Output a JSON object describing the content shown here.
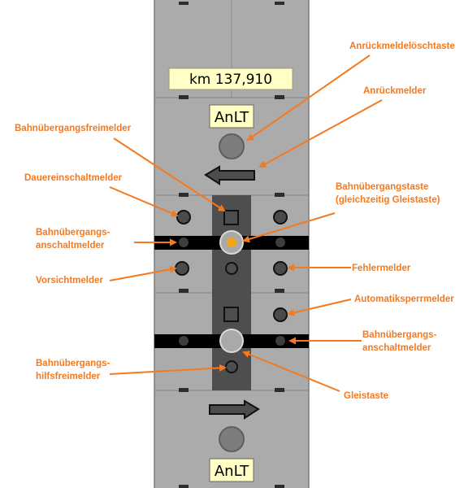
{
  "panel": {
    "km_label": "km 137,910",
    "anlt_top": "AnLT",
    "anlt_bottom": "AnLT"
  },
  "colors": {
    "panel": "#ababab",
    "panel_line": "#8c8c8c",
    "dark_strip": "#4e4e4e",
    "track": "#000000",
    "label_box": "#ffffc6",
    "callout": "#f47920",
    "lamp": "#f2a51c"
  },
  "callouts": {
    "anrueckmeldeloeschtaste": "Anrückmeldelöschtaste",
    "anrueckmelder": "Anrückmelder",
    "bahnuebergangsfreimelder": "Bahnübergangsfreimelder",
    "dauereinschaltmelder": "Dauereinschaltmelder",
    "bahnuebergangstaste_l1": "Bahnübergangstaste",
    "bahnuebergangstaste_l2": "(gleichzeitig Gleistaste)",
    "anschaltmelder_left_l1": "Bahnübergangs-",
    "anschaltmelder_left_l2": "anschaltmelder",
    "vorsichtmelder": "Vorsichtmelder",
    "fehlermelder": "Fehlermelder",
    "automatiksperrmelder": "Automatiksperrmelder",
    "anschaltmelder_right_l1": "Bahnübergangs-",
    "anschaltmelder_right_l2": "anschaltmelder",
    "hilfsfreimelder_l1": "Bahnübergangs-",
    "hilfsfreimelder_l2": "hilfsfreimelder",
    "gleistaste": "Gleistaste"
  },
  "icons": {
    "arrow_top": "arrow-left-icon",
    "arrow_bottom": "arrow-right-icon"
  }
}
